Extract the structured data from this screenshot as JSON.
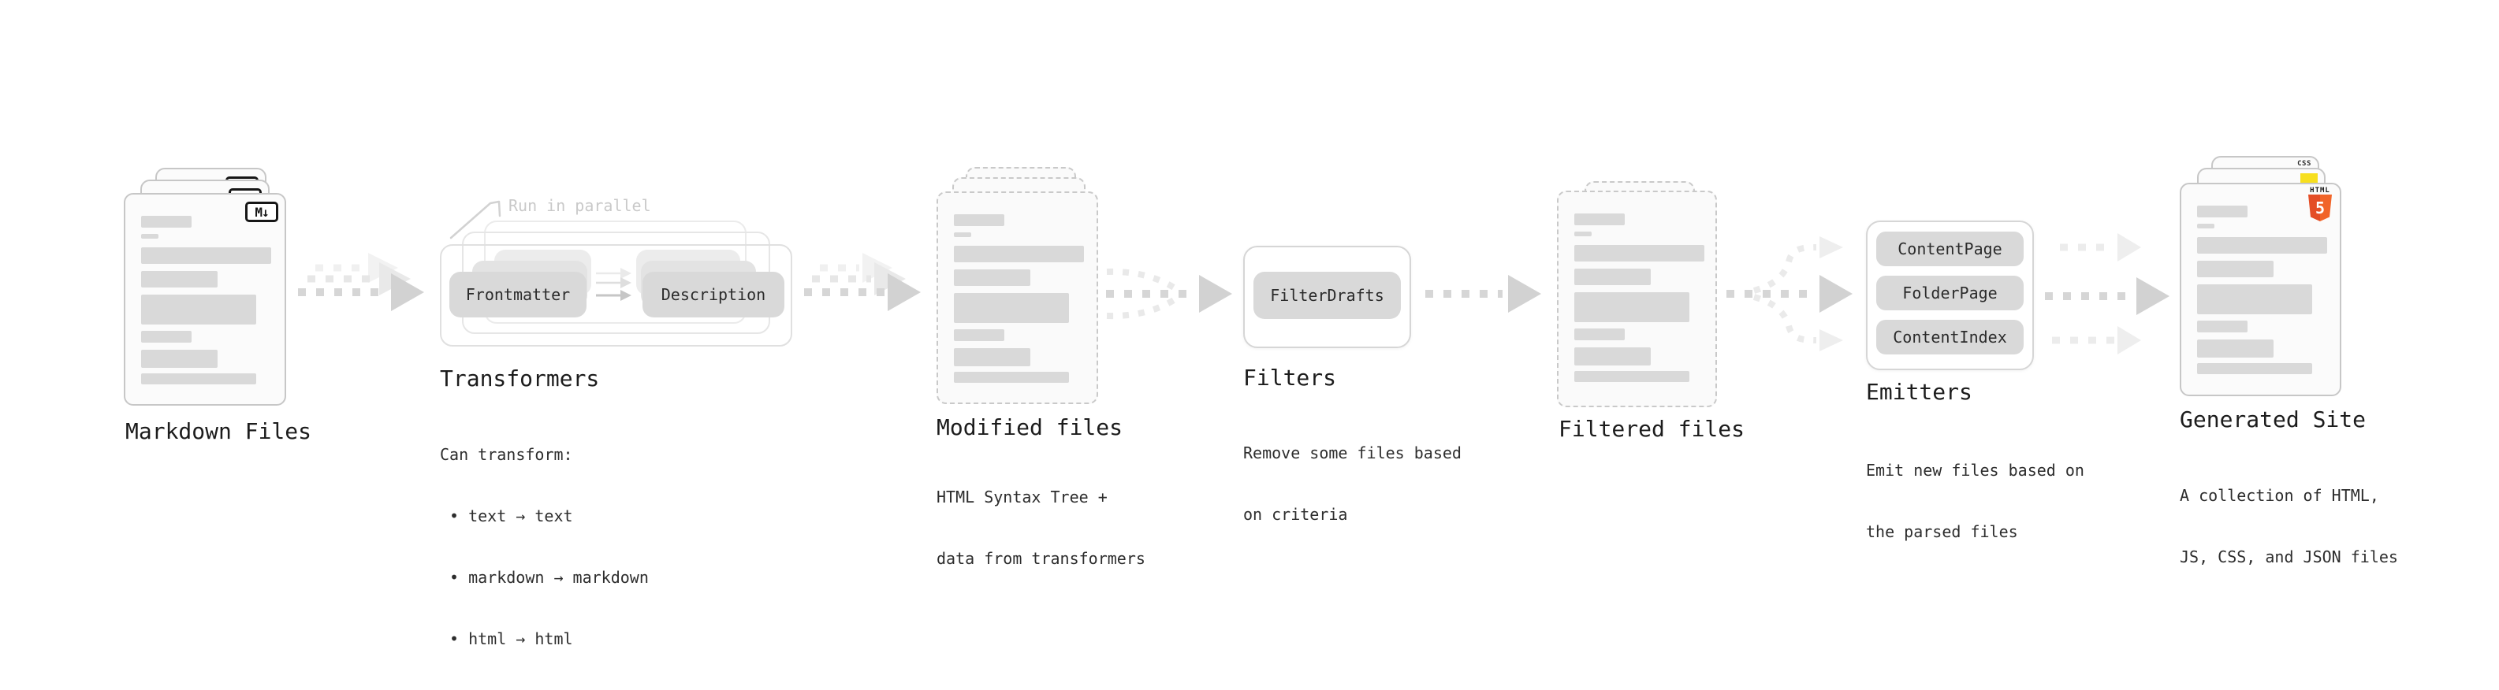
{
  "sections": {
    "markdown_files": {
      "label": "Markdown Files",
      "icon_text": "M↓"
    },
    "transformers": {
      "label": "Transformers",
      "note": "Run in parallel",
      "pills": [
        "Frontmatter",
        "Description"
      ],
      "description_title": "Can transform:",
      "bullets": [
        "• text → text",
        "• markdown → markdown",
        "• html → html"
      ]
    },
    "modified_files": {
      "label": "Modified files",
      "description_lines": [
        "HTML Syntax Tree +",
        "data from transformers"
      ]
    },
    "filters": {
      "label": "Filters",
      "pills": [
        "FilterDrafts"
      ],
      "description_lines": [
        "Remove some files based",
        "on criteria"
      ]
    },
    "filtered_files": {
      "label": "Filtered files"
    },
    "emitters": {
      "label": "Emitters",
      "pills": [
        "ContentPage",
        "FolderPage",
        "ContentIndex"
      ],
      "description_lines": [
        "Emit new files based on",
        "the parsed files"
      ]
    },
    "generated_site": {
      "label": "Generated Site",
      "description_lines": [
        "A collection of HTML,",
        "JS, CSS, and JSON files"
      ],
      "icons": {
        "html5_text": "HTML",
        "html5_number": "5",
        "css_text": "CSS"
      }
    }
  },
  "colors": {
    "html5_orange": "#e44d26",
    "js_yellow": "#f7df1e",
    "css_blue": "#2965f1",
    "skeleton_gray": "#d9d9d9",
    "arrow_gray": "#d6d6d6",
    "arrowhead_gray": "#d2d2d2",
    "echo_gray": "#e9e9e9",
    "note_gray": "#c9c9c9",
    "heading_color": "#1c1c1c"
  }
}
